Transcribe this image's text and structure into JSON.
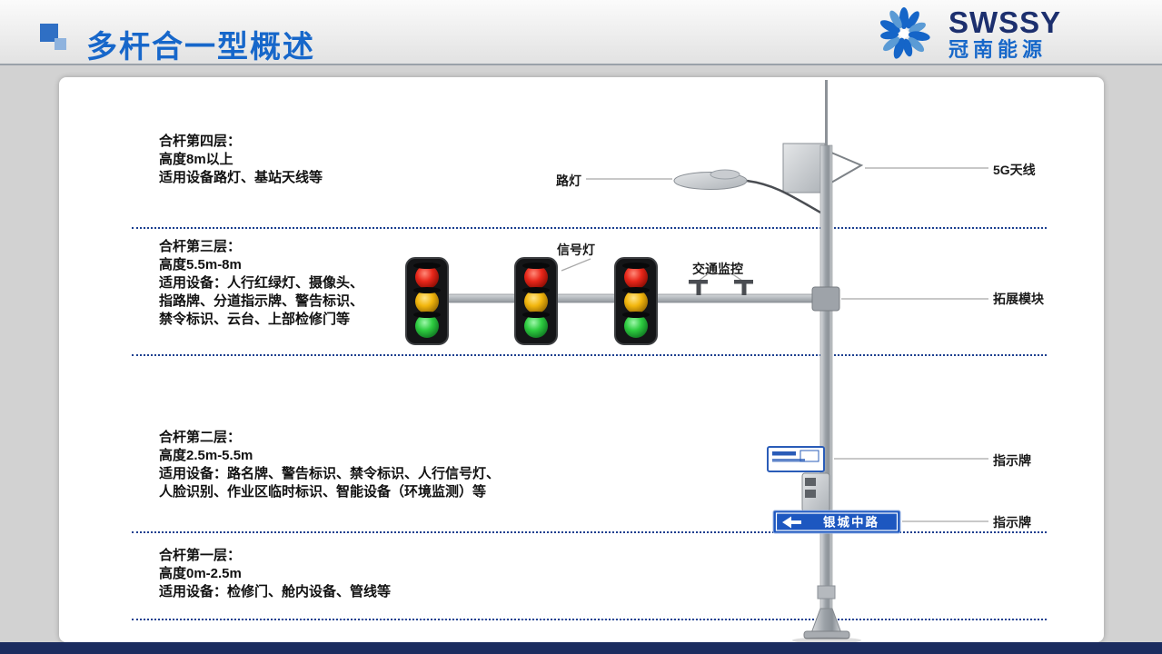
{
  "slide": {
    "title": "多杆合一型概述",
    "logo": {
      "brand": "SWSSY",
      "subtitle": "冠南能源"
    }
  },
  "diagram": {
    "layers": [
      {
        "title": "合杆第四层：",
        "height": "高度8m以上",
        "lines": [
          "适用设备路灯、基站天线等"
        ]
      },
      {
        "title": "合杆第三层：",
        "height": "高度5.5m-8m",
        "lines": [
          "适用设备：人行红绿灯、摄像头、",
          "指路牌、分道指示牌、警告标识、",
          "禁令标识、云台、上部检修门等"
        ]
      },
      {
        "title": "合杆第二层：",
        "height": "高度2.5m-5.5m",
        "lines": [
          "适用设备：路名牌、警告标识、禁令标识、人行信号灯、",
          "人脸识别、作业区临时标识、智能设备（环境监测）等"
        ]
      },
      {
        "title": "合杆第一层：",
        "height": "高度0m-2.5m",
        "lines": [
          "适用设备：检修门、舱内设备、管线等"
        ]
      }
    ],
    "labels": {
      "street_lamp": "路灯",
      "signal_light": "信号灯",
      "traffic_monitor": "交通监控",
      "antenna_5g": "5G天线",
      "expansion_module": "拓展模块",
      "sign_board_upper": "指示牌",
      "sign_board_lower": "指示牌",
      "road_sign_text": "银城中路"
    },
    "colors": {
      "accent_blue": "#1767ca",
      "dotted_line": "#1b3f8f",
      "sign_blue": "#1d57c0",
      "footer_navy": "#1b2c5f"
    }
  }
}
